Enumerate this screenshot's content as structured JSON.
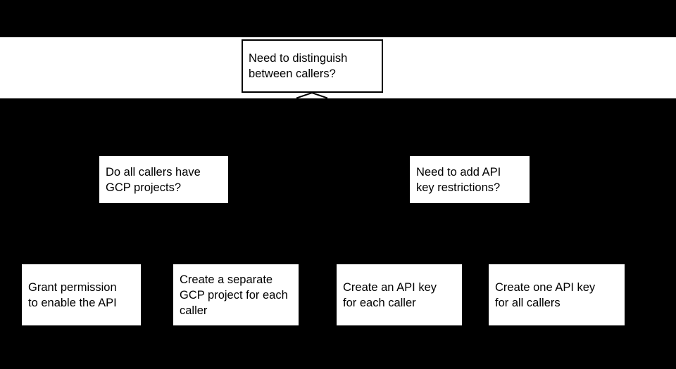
{
  "colors": {
    "background": "#000000",
    "band": "#ffffff",
    "node_background": "#ffffff",
    "node_border": "#000000",
    "text": "#000000",
    "connector_stroke": "#000000"
  },
  "diagram": {
    "root": {
      "label": "Need to distinguish between callers?"
    },
    "connector": {
      "icon": "branch-chevron",
      "shape": "caret-up-split"
    },
    "decisions": [
      {
        "label": "Do all callers have GCP projects?"
      },
      {
        "label": "Need to add API key restrictions?"
      }
    ],
    "outcomes": [
      {
        "label": "Grant permission to enable the API"
      },
      {
        "label": "Create a separate GCP project for each caller"
      },
      {
        "label": "Create an API key for each caller"
      },
      {
        "label": "Create one API key for all callers"
      }
    ]
  }
}
